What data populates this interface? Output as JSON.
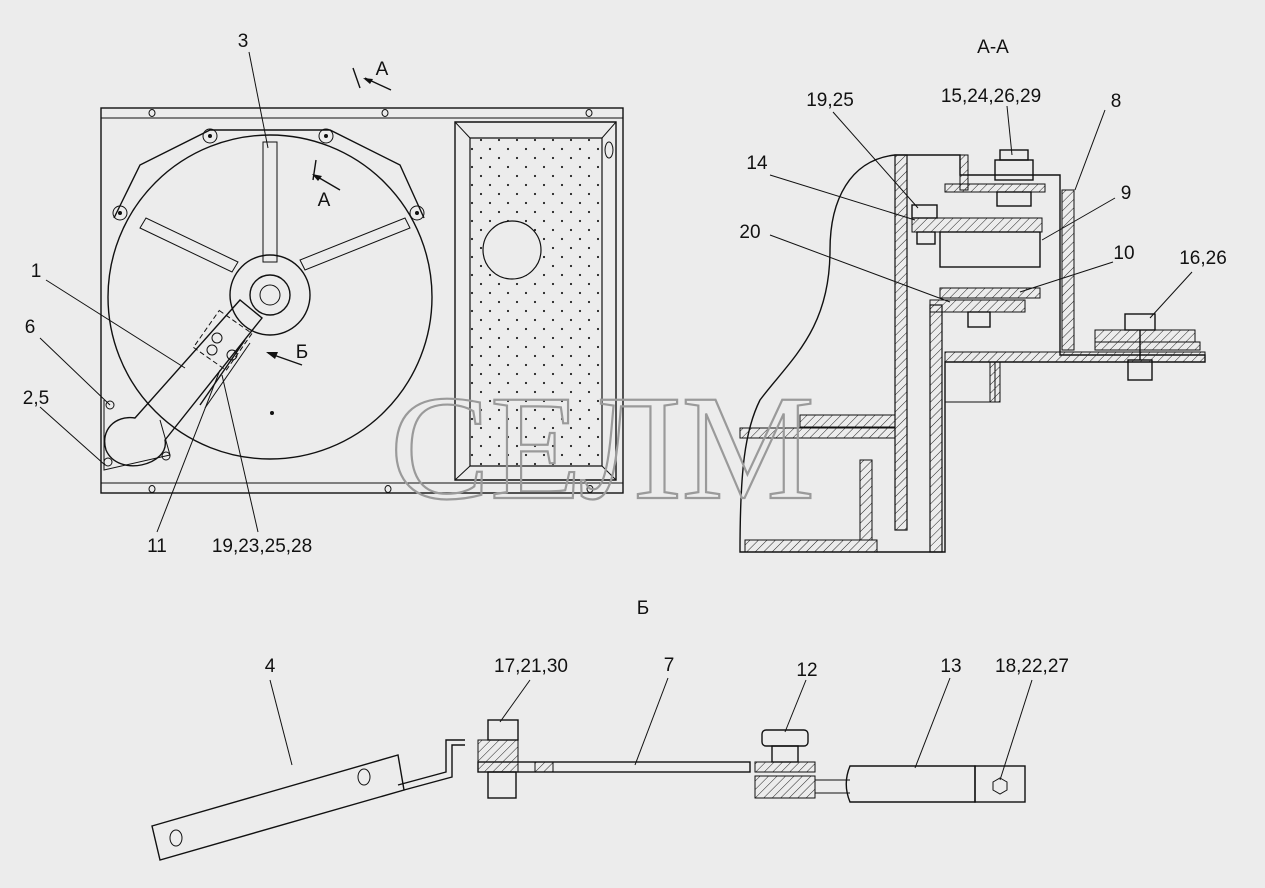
{
  "watermark": "СЕЛМ",
  "views": {
    "section_aa": "А-А",
    "view_b": "Б"
  },
  "markers": {
    "a_top": "А",
    "a_inner": "А",
    "b_arrow": "Б"
  },
  "callouts": {
    "c1": "1",
    "c2_5": "2,5",
    "c3": "3",
    "c6": "6",
    "c11": "11",
    "c19_23_25_28": "19,23,25,28",
    "c19_25": "19,25",
    "c15_24_26_29": "15,24,26,29",
    "c8": "8",
    "c14": "14",
    "c9": "9",
    "c20": "20",
    "c10": "10",
    "c16_26": "16,26",
    "c4": "4",
    "c17_21_30": "17,21,30",
    "c7": "7",
    "c12": "12",
    "c13": "13",
    "c18_22_27": "18,22,27"
  }
}
